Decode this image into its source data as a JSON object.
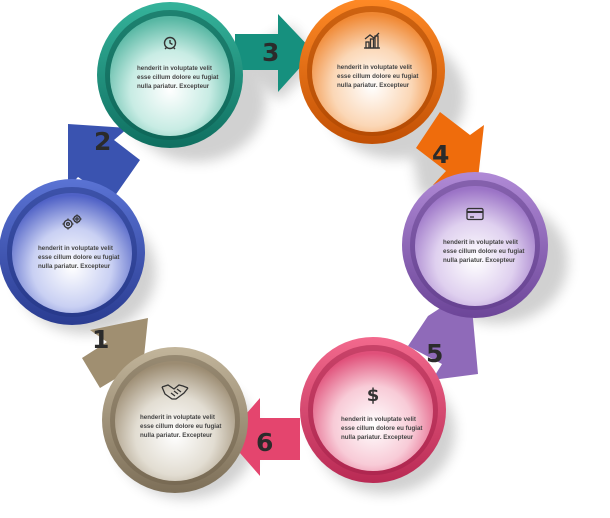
{
  "steps": [
    {
      "number": "1",
      "icon": "handshake-icon",
      "color": "#a89a80",
      "lines": [
        "henderit in voluptate velit",
        "esse cillum dolore eu fugiat",
        "nulla pariatur. Excepteur"
      ]
    },
    {
      "number": "2",
      "icon": "gears-icon",
      "color": "#3e57b4",
      "lines": [
        "henderit in voluptate velit",
        "esse cillum dolore eu fugiat",
        "nulla pariatur. Excepteur"
      ]
    },
    {
      "number": "3",
      "icon": "clock-icon",
      "color": "#1d9c86",
      "lines": [
        "henderit in voluptate velit",
        "esse cillum dolore eu fugiat",
        "nulla pariatur. Excepteur"
      ]
    },
    {
      "number": "4",
      "icon": "bar-chart-icon",
      "color": "#ef6c0c",
      "lines": [
        "henderit in voluptate velit",
        "esse cillum dolore eu fugiat",
        "nulla pariatur. Excepteur"
      ]
    },
    {
      "number": "5",
      "icon": "credit-card-icon",
      "color": "#9367c0",
      "lines": [
        "henderit in voluptate velit",
        "esse cillum dolore eu fugiat",
        "nulla pariatur. Excepteur"
      ]
    },
    {
      "number": "6",
      "icon": "dollar-icon",
      "color": "#e4456e",
      "lines": [
        "henderit in voluptate velit",
        "esse cillum dolore eu fugiat",
        "nulla pariatur. Excepteur"
      ]
    }
  ]
}
